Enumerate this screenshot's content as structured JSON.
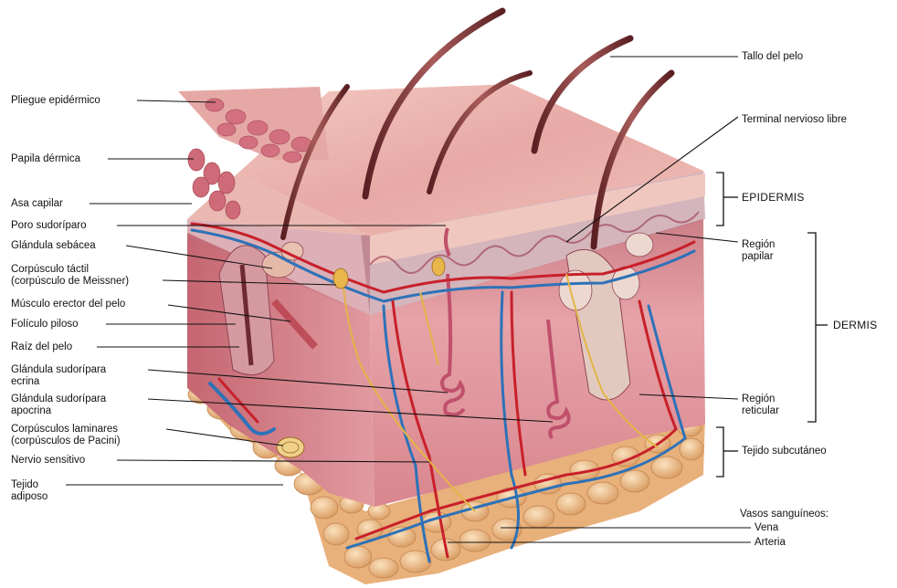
{
  "labels_left": [
    {
      "id": "pliegue",
      "lines": [
        "Pliegue epidérmico"
      ]
    },
    {
      "id": "papila",
      "lines": [
        "Papila dérmica"
      ]
    },
    {
      "id": "asa",
      "lines": [
        "Asa capilar"
      ]
    },
    {
      "id": "poro",
      "lines": [
        "Poro sudoríparo"
      ]
    },
    {
      "id": "sebacea",
      "lines": [
        "Glándula sebácea"
      ]
    },
    {
      "id": "meissner",
      "lines": [
        "Corpúsculo táctil",
        "(corpúsculo de Meissner)"
      ]
    },
    {
      "id": "erector",
      "lines": [
        "Músculo erector del pelo"
      ]
    },
    {
      "id": "foliculo",
      "lines": [
        "Folículo piloso"
      ]
    },
    {
      "id": "raiz",
      "lines": [
        "Raíz del pelo"
      ]
    },
    {
      "id": "ecrina",
      "lines": [
        "Glándula sudorípara",
        "ecrina"
      ]
    },
    {
      "id": "apocrina",
      "lines": [
        "Glándula sudorípara",
        "apocrina"
      ]
    },
    {
      "id": "pacini",
      "lines": [
        "Corpúsculos laminares",
        "(corpúsculos de Pacini)"
      ]
    },
    {
      "id": "nervio",
      "lines": [
        "Nervio sensitivo"
      ]
    },
    {
      "id": "adiposo",
      "lines": [
        "Tejido",
        "adiposo"
      ]
    }
  ],
  "labels_right": [
    {
      "id": "tallo",
      "lines": [
        "Tallo del pelo"
      ]
    },
    {
      "id": "terminal",
      "lines": [
        "Terminal nervioso libre"
      ]
    },
    {
      "id": "papilar",
      "lines": [
        "Región",
        "papilar"
      ]
    },
    {
      "id": "reticular",
      "lines": [
        "Región",
        "reticular"
      ]
    },
    {
      "id": "vasos",
      "lines": [
        "Vasos sanguíneos:"
      ]
    },
    {
      "id": "vena",
      "lines": [
        "Vena"
      ]
    },
    {
      "id": "arteria",
      "lines": [
        "Arteria"
      ]
    }
  ],
  "layer_labels": {
    "epidermis": "EPIDERMIS",
    "dermis": "DERMIS",
    "subcutaneo": "Tejido subcutáneo"
  },
  "colors": {
    "epidermis_top": "#e7a9a6",
    "dermis": "#d97f86",
    "fat": "#f0c28f",
    "artery": "#c8202a",
    "vein": "#2d72b8",
    "hair": "#7a3030",
    "nerve": "#e3b447"
  }
}
